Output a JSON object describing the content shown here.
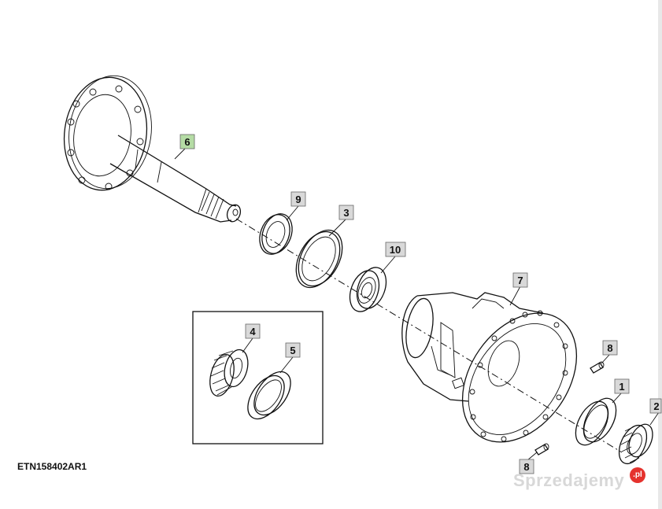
{
  "figure_id": "ETN158402AR1",
  "callouts": {
    "c1": "1",
    "c2": "2",
    "c3": "3",
    "c4": "4",
    "c5": "5",
    "c6": "6",
    "c7": "7",
    "c8a": "8",
    "c8b": "8",
    "c9": "9",
    "c10": "10"
  },
  "highlighted_callout_color": "#b5dca5",
  "callout_color": "#d9d9d9",
  "watermark": {
    "text": "Sprzedajemy",
    "badge": ".pl"
  }
}
